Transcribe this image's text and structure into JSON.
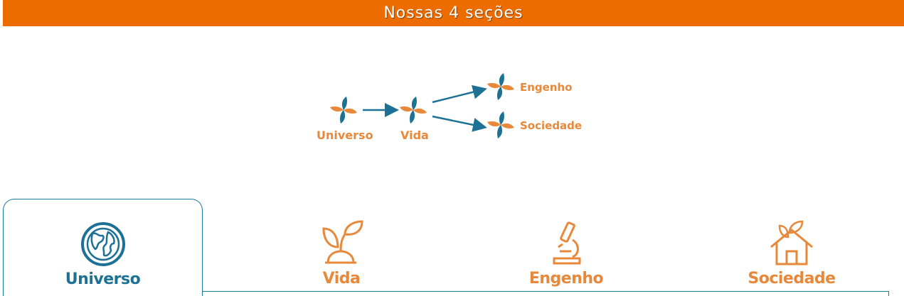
{
  "header": {
    "title": "Nossas 4 seções"
  },
  "diagram": {
    "nodes": {
      "universo": "Universo",
      "vida": "Vida",
      "engenho": "Engenho",
      "sociedade": "Sociedade"
    }
  },
  "tabs": [
    {
      "label": "Universo",
      "icon": "globe-icon",
      "active": true
    },
    {
      "label": "Vida",
      "icon": "sprout-icon",
      "active": false
    },
    {
      "label": "Engenho",
      "icon": "microscope-icon",
      "active": false
    },
    {
      "label": "Sociedade",
      "icon": "house-leaf-icon",
      "active": false
    }
  ],
  "colors": {
    "banner": "#ec6c00",
    "orange": "#e8883a",
    "blue": "#1d7195"
  }
}
